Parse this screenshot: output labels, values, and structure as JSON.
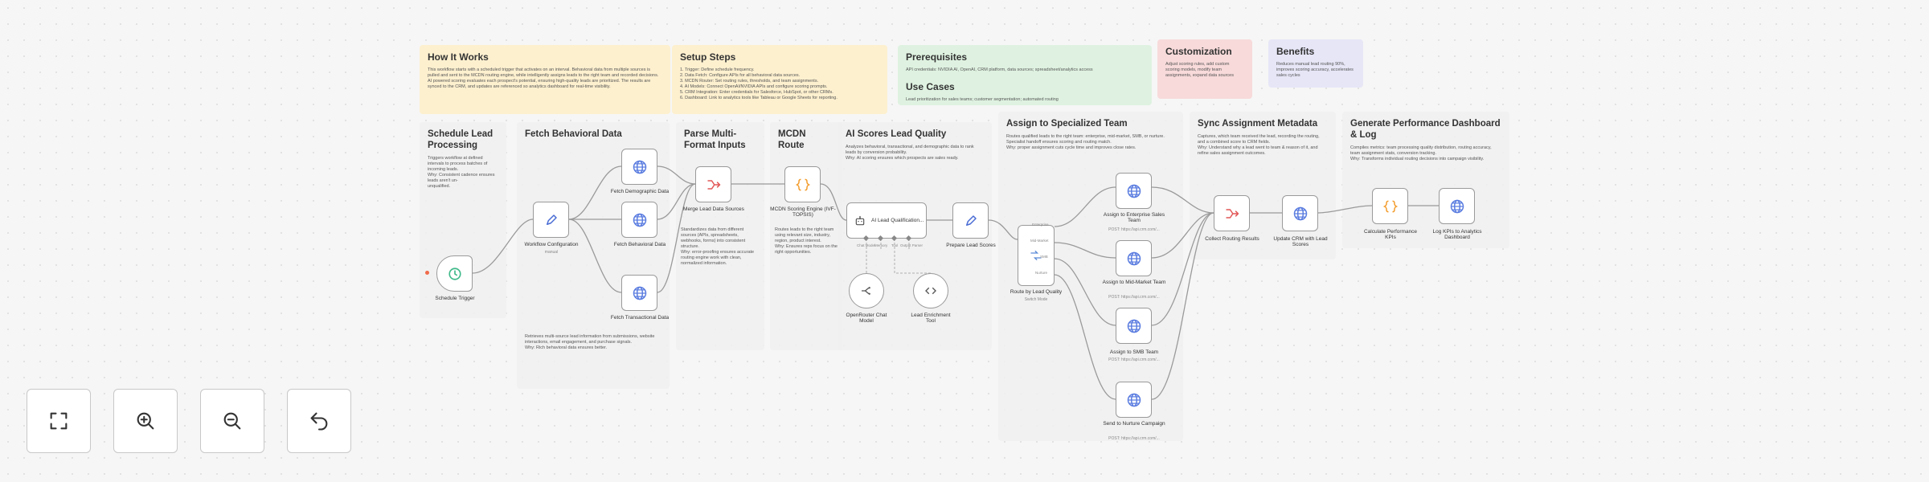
{
  "stickies": {
    "how_it_works": {
      "title": "How It Works",
      "body": "This workflow starts with a scheduled trigger that activates on an interval. Behavioral data from multiple sources is pulled and sent to the MCDN routing engine, while intelligently assigns leads to the right team and recorded decisions. AI powered scoring evaluates each prospect's potential, ensuring high-quality leads are prioritized. The results are synced to the CRM, and updates are referenced so analytics dashboard for real-time visibility."
    },
    "setup_steps": {
      "title": "Setup Steps",
      "items": [
        "1. Trigger: Define schedule frequency.",
        "2. Data Fetch: Configure APIs for all behavioral data sources.",
        "3. MCDN Router: Set routing rules, thresholds, and team assignments.",
        "4. AI Models: Connect OpenAI/NVIDIA APIs and configure scoring prompts.",
        "5. CRM Integration: Enter credentials for Salesforce, HubSpot, or other CRMs.",
        "6. Dashboard: Link to analytics tools like Tableau or Google Sheets for reporting."
      ]
    },
    "prerequisites": {
      "title": "Prerequisites",
      "body": "API credentials: NVIDIA AI, OpenAI, CRM platform, data sources; spreadsheet/analytics access",
      "use_cases_title": "Use Cases",
      "use_cases_body": "Lead prioritization for sales teams; customer segmentation; automated routing"
    },
    "customization": {
      "title": "Customization",
      "body": "Adjust scoring rules, add custom scoring models, modify team assignments, expand data sources"
    },
    "benefits": {
      "title": "Benefits",
      "body": "Reduces manual lead routing 90%, improves scoring accuracy, accelerates sales cycles"
    }
  },
  "sections": [
    {
      "title": "Schedule Lead Processing",
      "desc": "Triggers workflow at defined intervals to process batches of incoming leads.\nWhy: Consistent cadence ensures leads aren't un-\nunqualified."
    },
    {
      "title": "Fetch Behavioral Data",
      "desc": "Retrieves multi-source lead information from submissions, website interactions, email engagement, and purchase signals.\nWhy: Rich behavioral data ensures better."
    },
    {
      "title": "Parse Multi-Format Inputs",
      "desc": "Standardizes data from different sources (APIs, spreadsheets, webhooks, forms) into consistent structure.\nWhy: error-proofing ensures accurate routing engine work with clean, normalized information."
    },
    {
      "title": "MCDN Route",
      "desc": "Routes leads to the right team using relevant size, industry, region, product interest.\nWhy: Ensures reps focus on the right opportunities."
    },
    {
      "title": "AI Scores Lead Quality",
      "desc": "Analyzes behavioral, transactional, and demographic data to rank leads by conversion probability.\nWhy: AI scoring ensures which prospects are sales ready."
    },
    {
      "title": "Assign to Specialized Team",
      "desc": "Routes qualified leads to the right team: enterprise, mid-market, SMB, or nurture. Specialist handoff ensures scoring and routing match.\nWhy: proper assignment cuts cycle time and improves close rates."
    },
    {
      "title": "Sync Assignment Metadata",
      "desc": "Captures, which team received the lead, recording the routing, and a combined score to CRM fields.\nWhy: Understand why a lead went to team & reason of it, and refine sales assignment outcomes."
    },
    {
      "title": "Generate Performance Dashboard & Log",
      "desc": "Compiles metrics: team processing quality distribution, routing accuracy, team assignment stats, conversion tracking.\nWhy: Transforms individual routing decisions into campaign visibility."
    }
  ],
  "nodes": {
    "schedule": {
      "label": "Schedule Trigger"
    },
    "workflow_config": {
      "label": "Workflow Configuration",
      "sub": "manual"
    },
    "fetch_demographic": {
      "label": "Fetch Demographic Data"
    },
    "fetch_behavioral": {
      "label": "Fetch Behavioral Data"
    },
    "fetch_transactional": {
      "label": "Fetch Transactional Data"
    },
    "merge": {
      "label": "Merge Lead Data Sources"
    },
    "mcdn": {
      "label": "MCDN Scoring Engine (IVF-TOPSIS)"
    },
    "ai_agent": {
      "label": "AI Lead Qualification..."
    },
    "openrouter": {
      "label": "OpenRouter Chat Model"
    },
    "enrichment": {
      "label": "Lead Enrichment Tool"
    },
    "prepare": {
      "label": "Prepare Lead Scores"
    },
    "route": {
      "label": "Route by Lead Quality",
      "sub": "Switch Mode"
    },
    "assign_enterprise": {
      "label": "Assign to Enterprise Sales Team",
      "sub": "POST: https://api.crm.com/..."
    },
    "assign_midmarket": {
      "label": "Assign to Mid-Market Team",
      "sub": "POST: https://api.crm.com/..."
    },
    "assign_smb": {
      "label": "Assign to SMB Team",
      "sub": "POST: https://api.crm.com/..."
    },
    "nurture": {
      "label": "Send to Nurture Campaign",
      "sub": "POST: https://api.crm.com/..."
    },
    "collect": {
      "label": "Collect Routing Results"
    },
    "update_crm": {
      "label": "Update CRM with Lead Scores"
    },
    "calc_kpis": {
      "label": "Calculate Performance KPIs"
    },
    "log_kpis": {
      "label": "Log KPIs to Analytics Dashboard"
    }
  },
  "ports": {
    "chat_model": "Chat Model",
    "memory": "Memory",
    "tool": "Tool",
    "output_parser": "Output Parser",
    "enterprise": "Enterprise",
    "mid_market": "Mid-Market",
    "smb": "SMB",
    "nurture": "Nurture"
  },
  "controls": {
    "fit": "fit-view-icon",
    "zoom_in": "zoom-in-icon",
    "zoom_out": "zoom-out-icon",
    "reset": "reset-undo-icon"
  },
  "colors": {
    "canvas": "#f6f6f6",
    "node_border": "#9a9a9a",
    "http_icon": "#5b7de0",
    "edit_icon": "#4a6cd4",
    "merge_icon": "#e25757",
    "code_icon": "#f39c2c",
    "schedule_icon": "#3fb98a",
    "route_icon": "#5b8bd6",
    "trigger_marker": "#f06a4a"
  }
}
